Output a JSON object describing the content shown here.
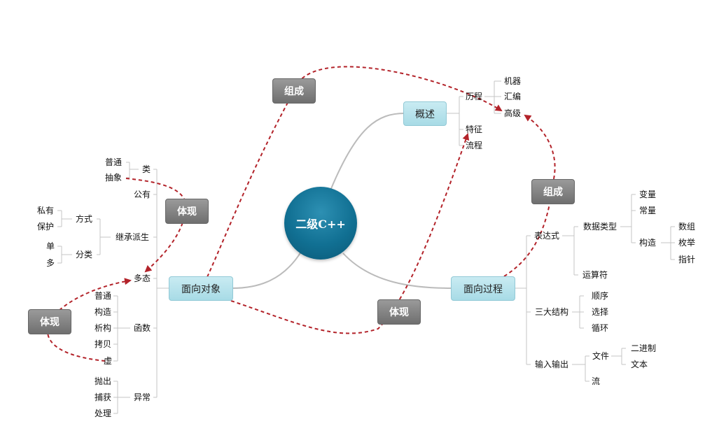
{
  "center": {
    "label": "二级C++"
  },
  "main_topics": {
    "overview": "概述",
    "oop": "面向对象",
    "procedural": "面向过程"
  },
  "relations": {
    "compose_top": "组成",
    "compose_right": "组成",
    "embody_left_upper": "体现",
    "embody_left_lower": "体现",
    "embody_bottom": "体现"
  },
  "overview": {
    "history": "历程",
    "history_items": [
      "机器",
      "汇编",
      "高级"
    ],
    "features": "特征",
    "process": "流程"
  },
  "oop": {
    "class": "类",
    "class_items": [
      "普通",
      "抽象"
    ],
    "public": "公有",
    "inherit": "继承派生",
    "mode": "方式",
    "mode_items": [
      "私有",
      "保护"
    ],
    "category": "分类",
    "category_items": [
      "单",
      "多"
    ],
    "polymorphism": "多态",
    "function": "函数",
    "function_items": [
      "普通",
      "构造",
      "析构",
      "拷贝",
      "虚"
    ],
    "exception": "异常",
    "exception_items": [
      "抛出",
      "捕获",
      "处理"
    ]
  },
  "procedural": {
    "expression": "表达式",
    "datatype": "数据类型",
    "datatype_items": [
      "变量",
      "常量"
    ],
    "construct": "构造",
    "construct_items": [
      "数组",
      "枚举",
      "指针"
    ],
    "operator": "运算符",
    "structures": "三大结构",
    "structures_items": [
      "顺序",
      "选择",
      "循环"
    ],
    "io": "输入输出",
    "file": "文件",
    "file_items": [
      "二进制",
      "文本"
    ],
    "stream": "流"
  },
  "colors": {
    "center_fill": "#117093",
    "main_fill": "#b3e0ea",
    "relation_fill": "#7f7f7f",
    "relation_arrow": "#b3232a",
    "branch_line": "#bbbbbb"
  }
}
